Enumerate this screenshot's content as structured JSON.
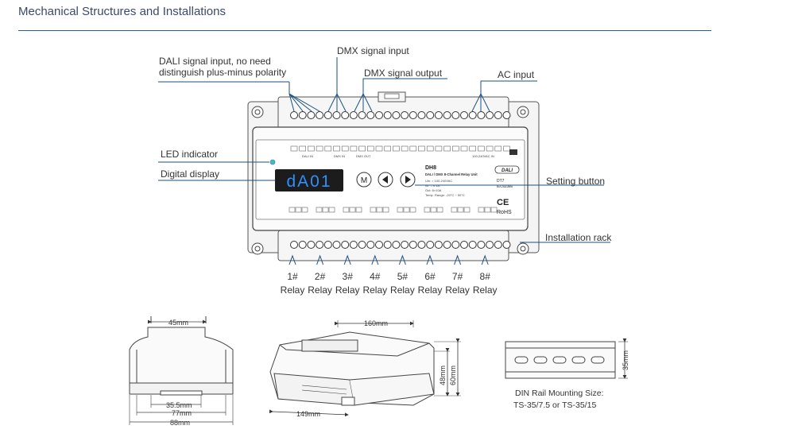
{
  "header": {
    "title": "Mechanical Structures and Installations"
  },
  "callouts": {
    "dali_line1": "DALI signal input, no need",
    "dali_line2": "distinguish plus-minus polarity",
    "dmx_in": "DMX signal input",
    "dmx_out": "DMX signal output",
    "ac_in": "AC input",
    "led": "LED indicator",
    "display": "Digital display",
    "setting": "Setting button",
    "rack": "Installation rack"
  },
  "device": {
    "model": "DH8",
    "subtitle": "DALI / DMX 8-Channel Relay Unit",
    "spec1": "Uin: = 100-240VAC",
    "spec2": "Iin: = 0.1A",
    "spec3": "Out: 8×10A",
    "spec4": "Temp. Range: -20°C ~ 50°C",
    "display_text": "dA01",
    "btn_m": "M",
    "brand": "DALI",
    "dt": "DT7",
    "iec": "IEC62386",
    "ce": "CE",
    "rohs": "RoHS",
    "term_dali": "DALI IN",
    "term_dmx_in": "DMX IN",
    "term_dmx_out": "DMX OUT",
    "term_ac": "100-240VAC IN"
  },
  "relays": [
    {
      "num": "1#",
      "label": "Relay"
    },
    {
      "num": "2#",
      "label": "Relay"
    },
    {
      "num": "3#",
      "label": "Relay"
    },
    {
      "num": "4#",
      "label": "Relay"
    },
    {
      "num": "5#",
      "label": "Relay"
    },
    {
      "num": "6#",
      "label": "Relay"
    },
    {
      "num": "7#",
      "label": "Relay"
    },
    {
      "num": "8#",
      "label": "Relay"
    }
  ],
  "dimensions": {
    "side_top": "45",
    "side_b1": "35.5",
    "side_b2": "77",
    "side_b3": "88",
    "iso_top": "160",
    "iso_bottom": "149",
    "iso_h1": "48",
    "iso_h2": "60",
    "rail_h": "35",
    "unit": "mm"
  },
  "rail": {
    "line1": "DIN Rail Mounting Size:",
    "line2": "TS-35/7.5 or TS-35/15"
  }
}
